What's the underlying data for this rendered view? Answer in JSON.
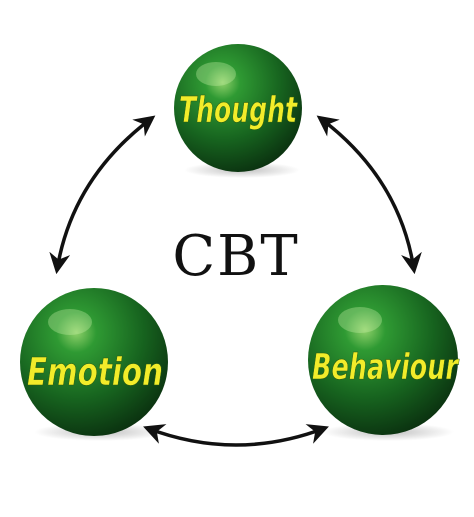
{
  "center_label": "CBT",
  "nodes": {
    "thought": "Thought",
    "emotion": "Emotion",
    "behaviour": "Behaviour"
  },
  "colors": {
    "ball_dark": "#0b3a12",
    "ball_mid": "#1f7a2a",
    "ball_light": "#6fbf4a",
    "label_yellow": "#f2ec2a",
    "arrow": "#111111",
    "text": "#111111"
  }
}
